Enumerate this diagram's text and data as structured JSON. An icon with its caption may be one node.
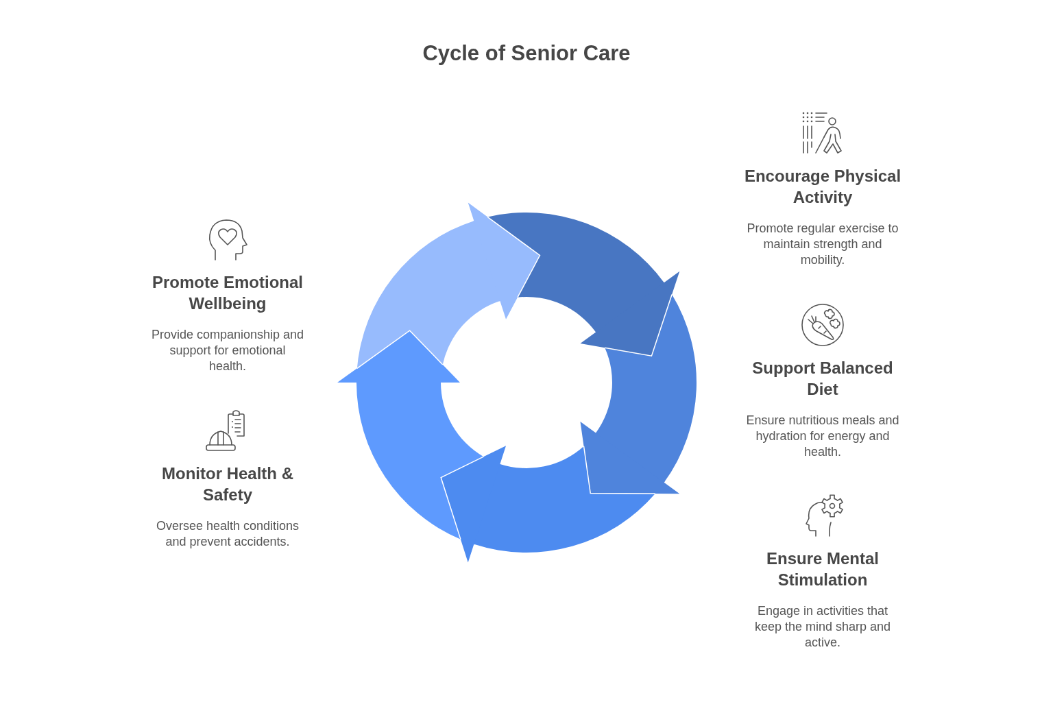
{
  "diagram": {
    "title": "Cycle of Senior Care",
    "nodes": [
      {
        "text": [
          "Encourage Physical Activity",
          "Promote regular exercise to maintain strength and mobility."
        ]
      },
      {
        "text": [
          "Promote Emotional Wellbeing",
          "Provide companionship and support for emotional health."
        ]
      },
      {
        "text": [
          "Support Balanced Diet",
          "Ensure nutritious meals and hydration for energy and health."
        ]
      },
      {
        "text": [
          "Monitor Health & Safety",
          "Oversee health conditions and prevent accidents."
        ]
      },
      {
        "text": [
          "Ensure Mental Stimulation",
          "Engage in activities that keep the mind sharp and active."
        ]
      },
      {
        "text": [],
        "shape": "band"
      },
      {
        "text": [],
        "shape": "band"
      },
      {
        "text": [],
        "shape": "band"
      },
      {
        "text": [],
        "shape": "band"
      },
      {
        "text": [],
        "shape": "band"
      }
    ],
    "edges": [
      {
        "from": 5,
        "to": 6,
        "arrow": "to"
      },
      {
        "from": 6,
        "to": 7,
        "arrow": "to"
      },
      {
        "from": 7,
        "to": 8,
        "arrow": "to"
      },
      {
        "from": 8,
        "to": 9,
        "arrow": "to"
      },
      {
        "from": 9,
        "to": 5,
        "arrow": "to"
      }
    ]
  }
}
